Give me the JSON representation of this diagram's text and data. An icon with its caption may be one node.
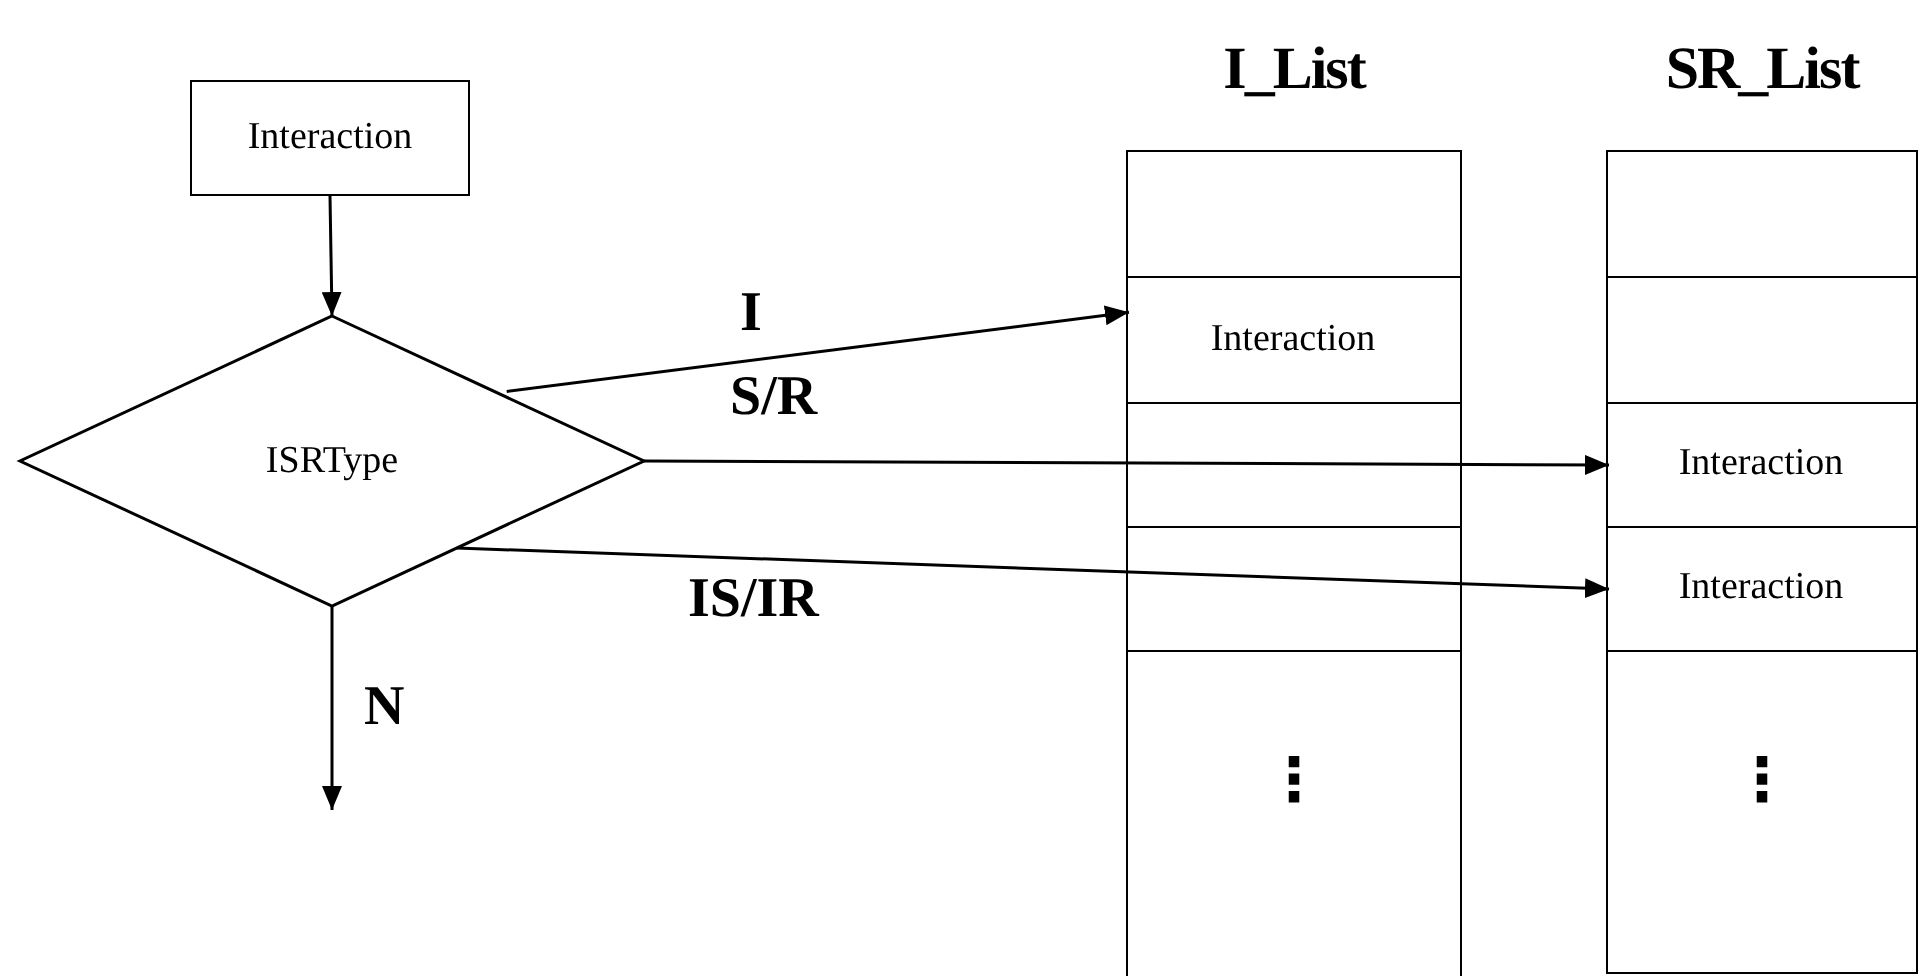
{
  "diagram": {
    "nodes": [
      {
        "text": [
          "Interaction"
        ]
      },
      {
        "text": [
          "ISRType"
        ]
      },
      {
        "text": [
          "I_List"
        ]
      },
      {
        "text": [
          "Interaction"
        ],
        "in": 2
      },
      {
        "text": [
          "SR_List"
        ]
      },
      {
        "text": [
          "Interaction"
        ],
        "in": 4
      },
      {
        "text": [
          "Interaction"
        ],
        "in": 4
      }
    ],
    "edges": [
      {
        "from": 0,
        "to": 1,
        "arrow": "to"
      },
      {
        "from": 1,
        "to": 3,
        "arrow": "to",
        "label": "I"
      },
      {
        "from": 1,
        "to": 5,
        "arrow": "to",
        "label": "S/R"
      },
      {
        "from": 1,
        "to": 6,
        "arrow": "to",
        "label": "IS/IR"
      },
      {
        "from": 1,
        "to": null,
        "arrow": "to",
        "label": "N"
      }
    ],
    "labels": [
      "⋮",
      "⋮"
    ]
  }
}
